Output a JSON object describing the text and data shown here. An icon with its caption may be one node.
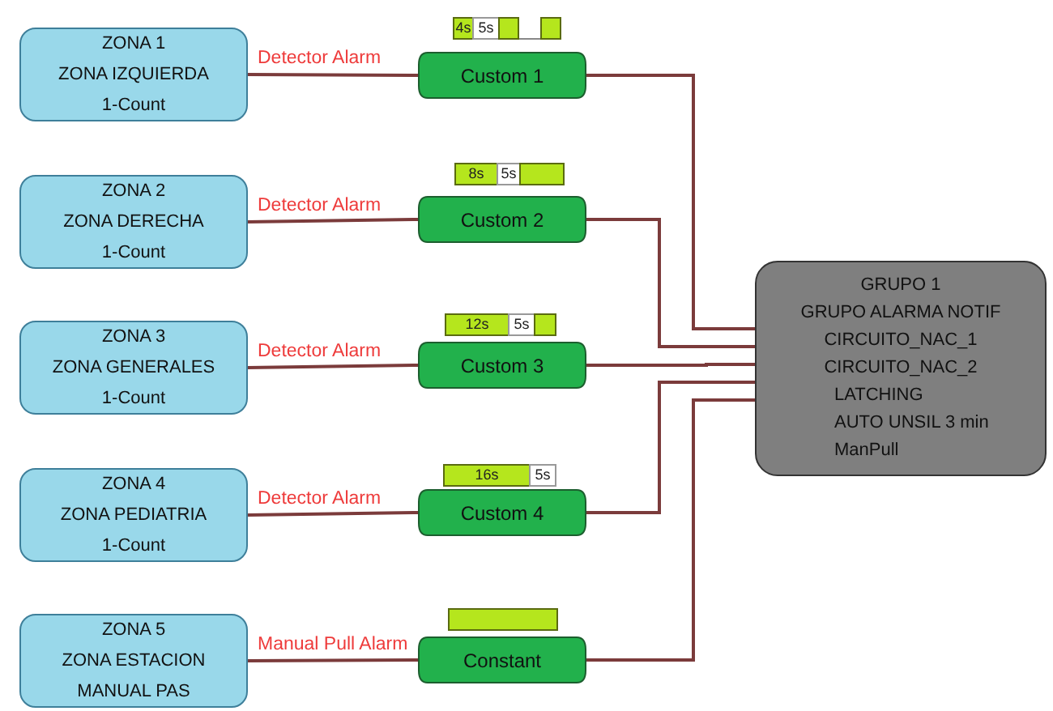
{
  "diagram": {
    "nodes": [
      {
        "text": [
          "ZONA 1",
          "ZONA IZQUIERDA",
          "1-Count"
        ]
      },
      {
        "text": [
          "ZONA 2",
          "ZONA DERECHA",
          "1-Count"
        ]
      },
      {
        "text": [
          "ZONA 3",
          "ZONA GENERALES",
          "1-Count"
        ]
      },
      {
        "text": [
          "ZONA 4",
          "ZONA PEDIATRIA",
          "1-Count"
        ]
      },
      {
        "text": [
          "ZONA 5",
          "ZONA ESTACION MANUAL PAS"
        ]
      },
      {
        "text": [
          "Custom 1"
        ]
      },
      {
        "text": [
          "Custom 2"
        ]
      },
      {
        "text": [
          "Custom 3"
        ]
      },
      {
        "text": [
          "Custom 4"
        ]
      },
      {
        "text": [
          "Constant"
        ]
      },
      {
        "text": [
          "GRUPO 1",
          "GRUPO ALARMA NOTIF",
          "CIRCUITO_NAC_1",
          "CIRCUITO_NAC_2",
          "LATCHING",
          "AUTO UNSIL 3 min",
          "ManPull"
        ]
      }
    ],
    "edges": [
      {
        "from": 0,
        "to": 5,
        "arrow": "none",
        "label": "Detector Alarm"
      },
      {
        "from": 1,
        "to": 6,
        "arrow": "none",
        "label": "Detector Alarm"
      },
      {
        "from": 2,
        "to": 7,
        "arrow": "none",
        "label": "Detector Alarm"
      },
      {
        "from": 3,
        "to": 8,
        "arrow": "none",
        "label": "Detector Alarm"
      },
      {
        "from": 4,
        "to": 9,
        "arrow": "none",
        "label": "Manual Pull Alarm"
      },
      {
        "from": 5,
        "to": 10,
        "arrow": "none"
      },
      {
        "from": 6,
        "to": 10,
        "arrow": "none"
      },
      {
        "from": 7,
        "to": 10,
        "arrow": "none"
      },
      {
        "from": 8,
        "to": 10,
        "arrow": "none"
      },
      {
        "from": 9,
        "to": 10,
        "arrow": "none"
      }
    ],
    "labels": [
      "4s",
      "5s",
      "8s",
      "5s",
      "12s",
      "5s",
      "16s",
      "5s"
    ]
  }
}
